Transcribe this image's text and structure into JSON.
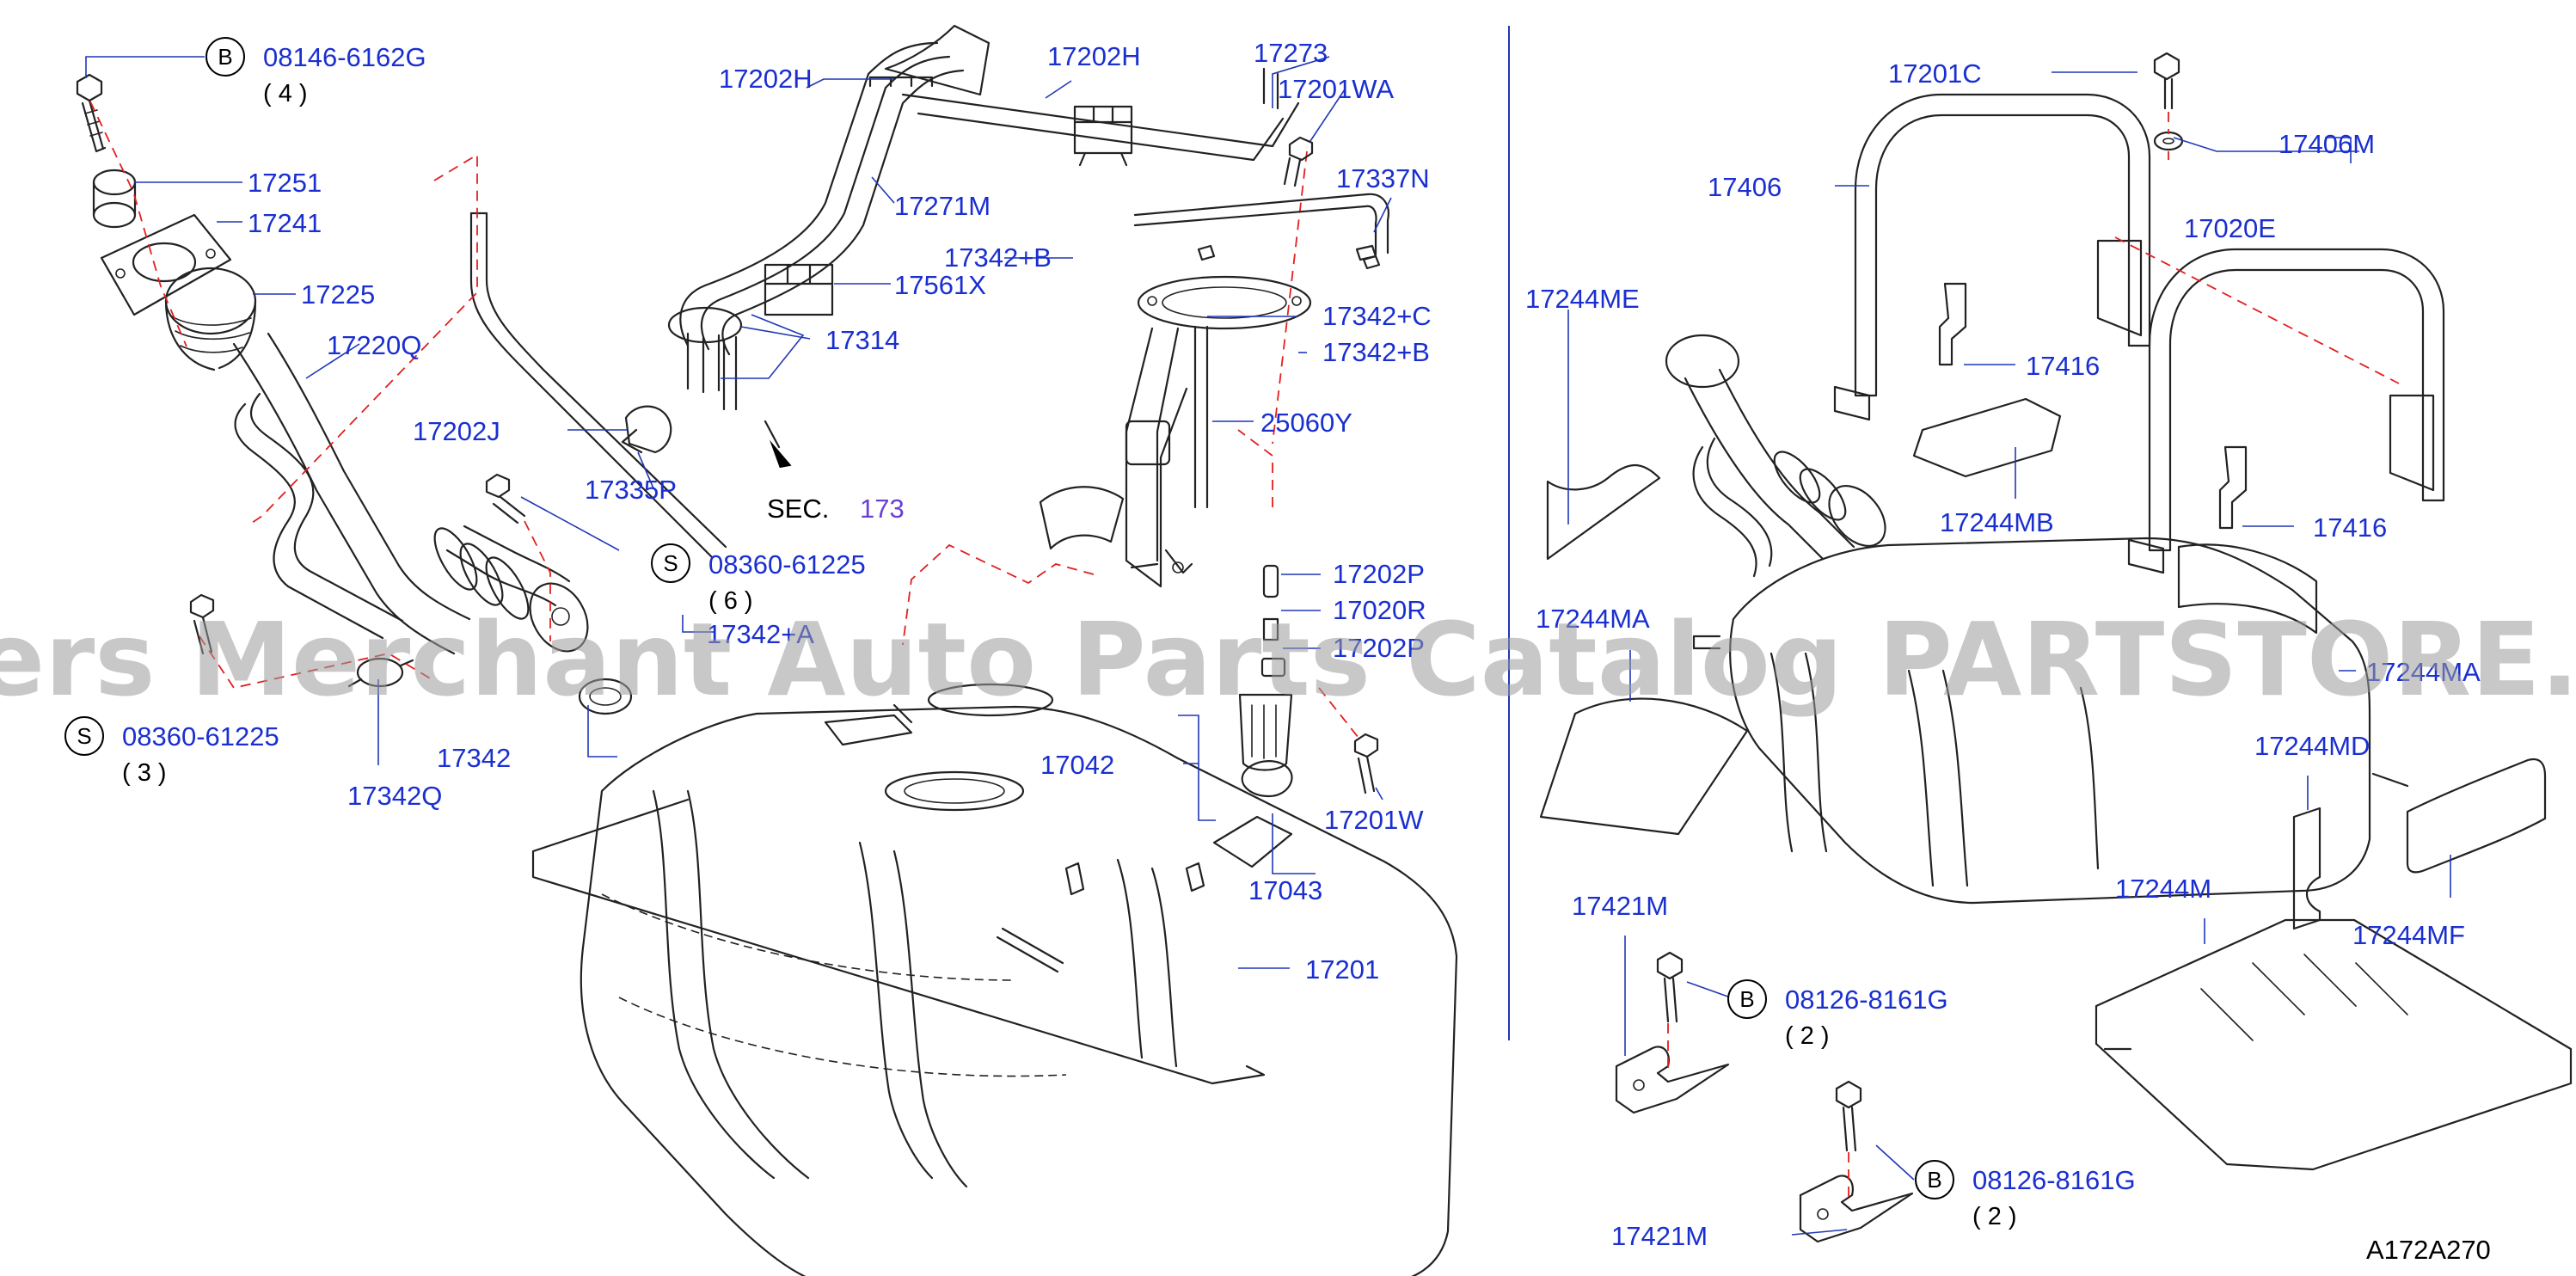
{
  "diagram_code": "A172A270",
  "watermark": "Offers Merchant Auto Parts Catalog PARTSTORE.SA",
  "section_ref": {
    "prefix": "SEC.",
    "number": "173"
  },
  "bolt_callouts": [
    {
      "symbol": "B",
      "part_number": "08146-6162G",
      "quantity": "( 4 )"
    },
    {
      "symbol": "S",
      "part_number": "08360-61225",
      "quantity": "( 6 )"
    },
    {
      "symbol": "S",
      "part_number": "08360-61225",
      "quantity": "( 3 )"
    },
    {
      "symbol": "B",
      "part_number": "08126-8161G",
      "quantity": "( 2 )"
    },
    {
      "symbol": "B",
      "part_number": "08126-8161G",
      "quantity": "( 2 )"
    }
  ],
  "labels": [
    "17251",
    "17241",
    "17225",
    "17220Q",
    "17202J",
    "17335P",
    "17342+A",
    "17342",
    "17342Q",
    "17202H",
    "17271M",
    "17342+B",
    "17561X",
    "17314",
    "17202H",
    "17273",
    "17201WA",
    "17337N",
    "17342+C",
    "17342+B",
    "25060Y",
    "17202P",
    "17020R",
    "17202P",
    "17042",
    "17201W",
    "17043",
    "17201",
    "17201C",
    "17406",
    "17406M",
    "17020E",
    "17244ME",
    "17416",
    "17244MB",
    "17416",
    "17244MA",
    "17244MA",
    "17244MD",
    "17244MF",
    "17244M",
    "17421M",
    "17421M"
  ]
}
